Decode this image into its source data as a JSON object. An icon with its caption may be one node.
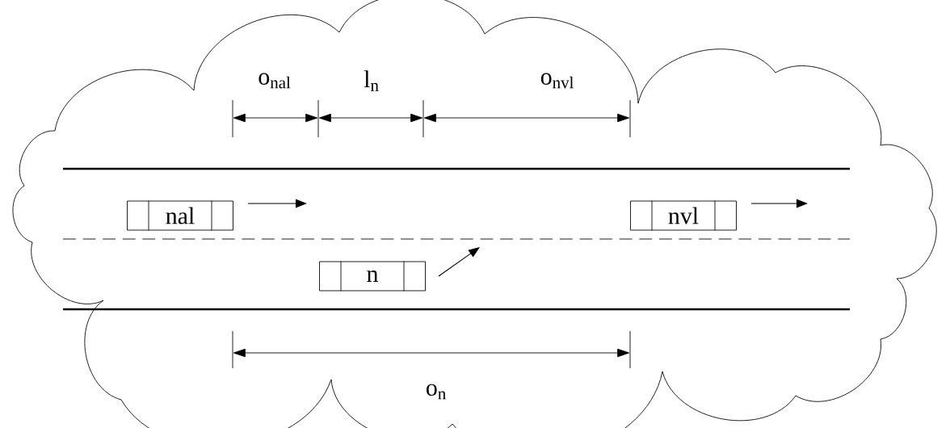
{
  "diagram": {
    "nodes": [
      {
        "text": [
          "nal"
        ]
      },
      {
        "text": [
          "nvl"
        ]
      },
      {
        "text": [
          "n"
        ]
      }
    ],
    "labels": [
      "o$_{nal}$",
      "l$_{n}$",
      "o$_{nvl}$",
      "o$_{n}$"
    ]
  }
}
